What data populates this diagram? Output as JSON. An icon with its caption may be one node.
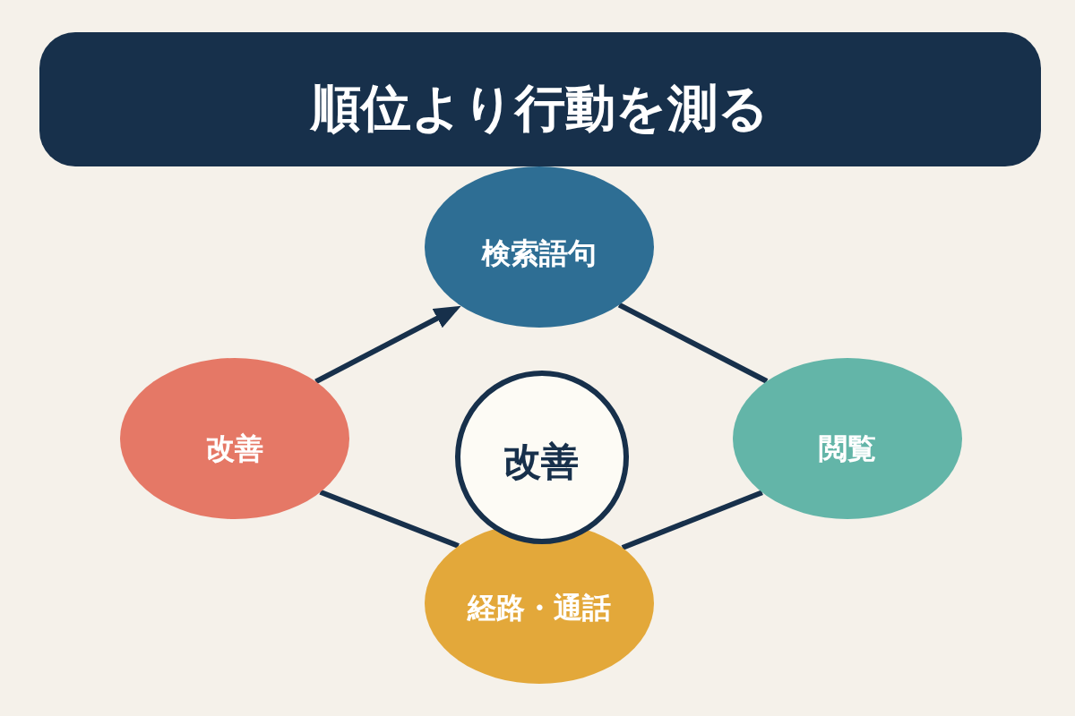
{
  "diagram": {
    "title": "順位より行動を測る",
    "nodes": [
      {
        "text": [
          "検索語句"
        ]
      },
      {
        "text": [
          "改善"
        ]
      },
      {
        "text": [
          "改善"
        ]
      },
      {
        "text": [
          "閲覧"
        ]
      },
      {
        "text": [
          "経路・通話"
        ]
      }
    ],
    "edges": [
      {
        "from": 1,
        "to": 0,
        "arrow": "to"
      },
      {
        "from": 0,
        "to": 3,
        "arrow": "none"
      },
      {
        "from": 3,
        "to": 4,
        "arrow": "none"
      },
      {
        "from": 4,
        "to": 1,
        "arrow": "none"
      }
    ]
  }
}
